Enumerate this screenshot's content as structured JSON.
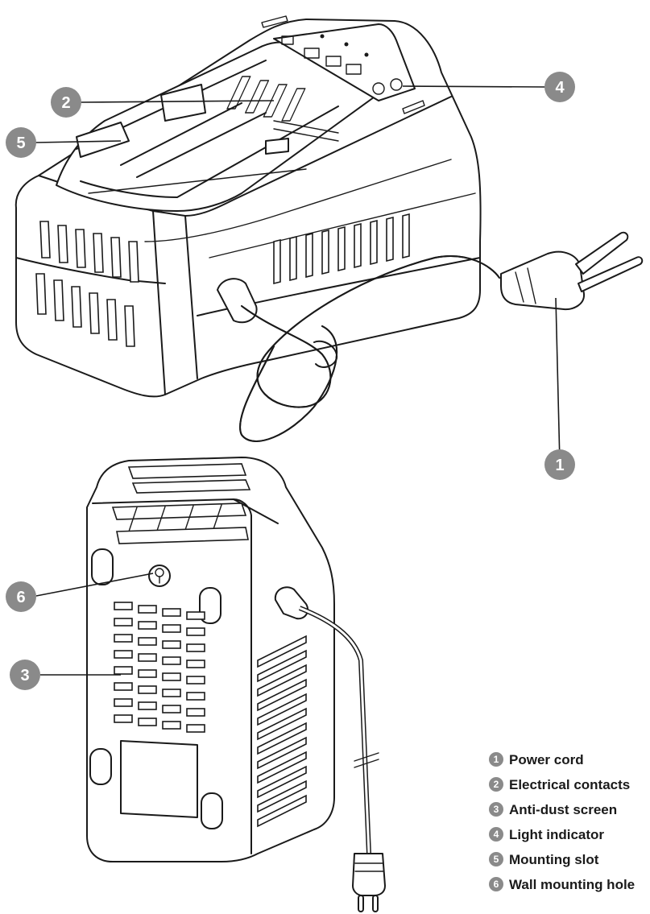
{
  "callouts": [
    {
      "id": "1",
      "label": "1"
    },
    {
      "id": "2",
      "label": "2"
    },
    {
      "id": "3",
      "label": "3"
    },
    {
      "id": "4",
      "label": "4"
    },
    {
      "id": "5",
      "label": "5"
    },
    {
      "id": "6",
      "label": "6"
    }
  ],
  "legend": [
    {
      "number": "1",
      "text": "Power cord"
    },
    {
      "number": "2",
      "text": "Electrical contacts"
    },
    {
      "number": "3",
      "text": "Anti-dust screen"
    },
    {
      "number": "4",
      "text": "Light indicator"
    },
    {
      "number": "5",
      "text": "Mounting slot"
    },
    {
      "number": "6",
      "text": "Wall mounting hole"
    }
  ],
  "colors": {
    "callout_fill": "#8a8a8a",
    "line": "#1a1a1a",
    "background": "#ffffff"
  }
}
